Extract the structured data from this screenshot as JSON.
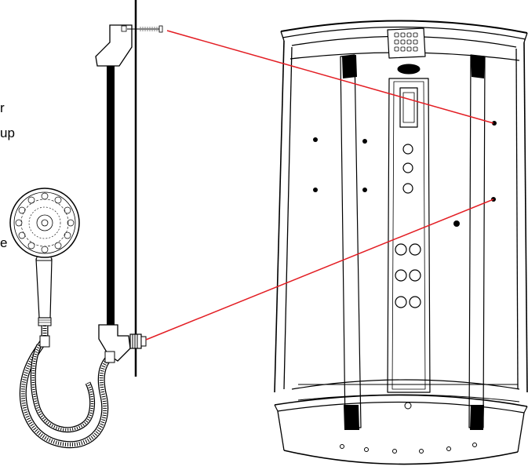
{
  "labels": {
    "fragment_1": "r",
    "fragment_2": "up",
    "fragment_3": "e"
  },
  "colors": {
    "leader_line": "#e31e24",
    "outline": "#000000",
    "background": "#ffffff"
  }
}
